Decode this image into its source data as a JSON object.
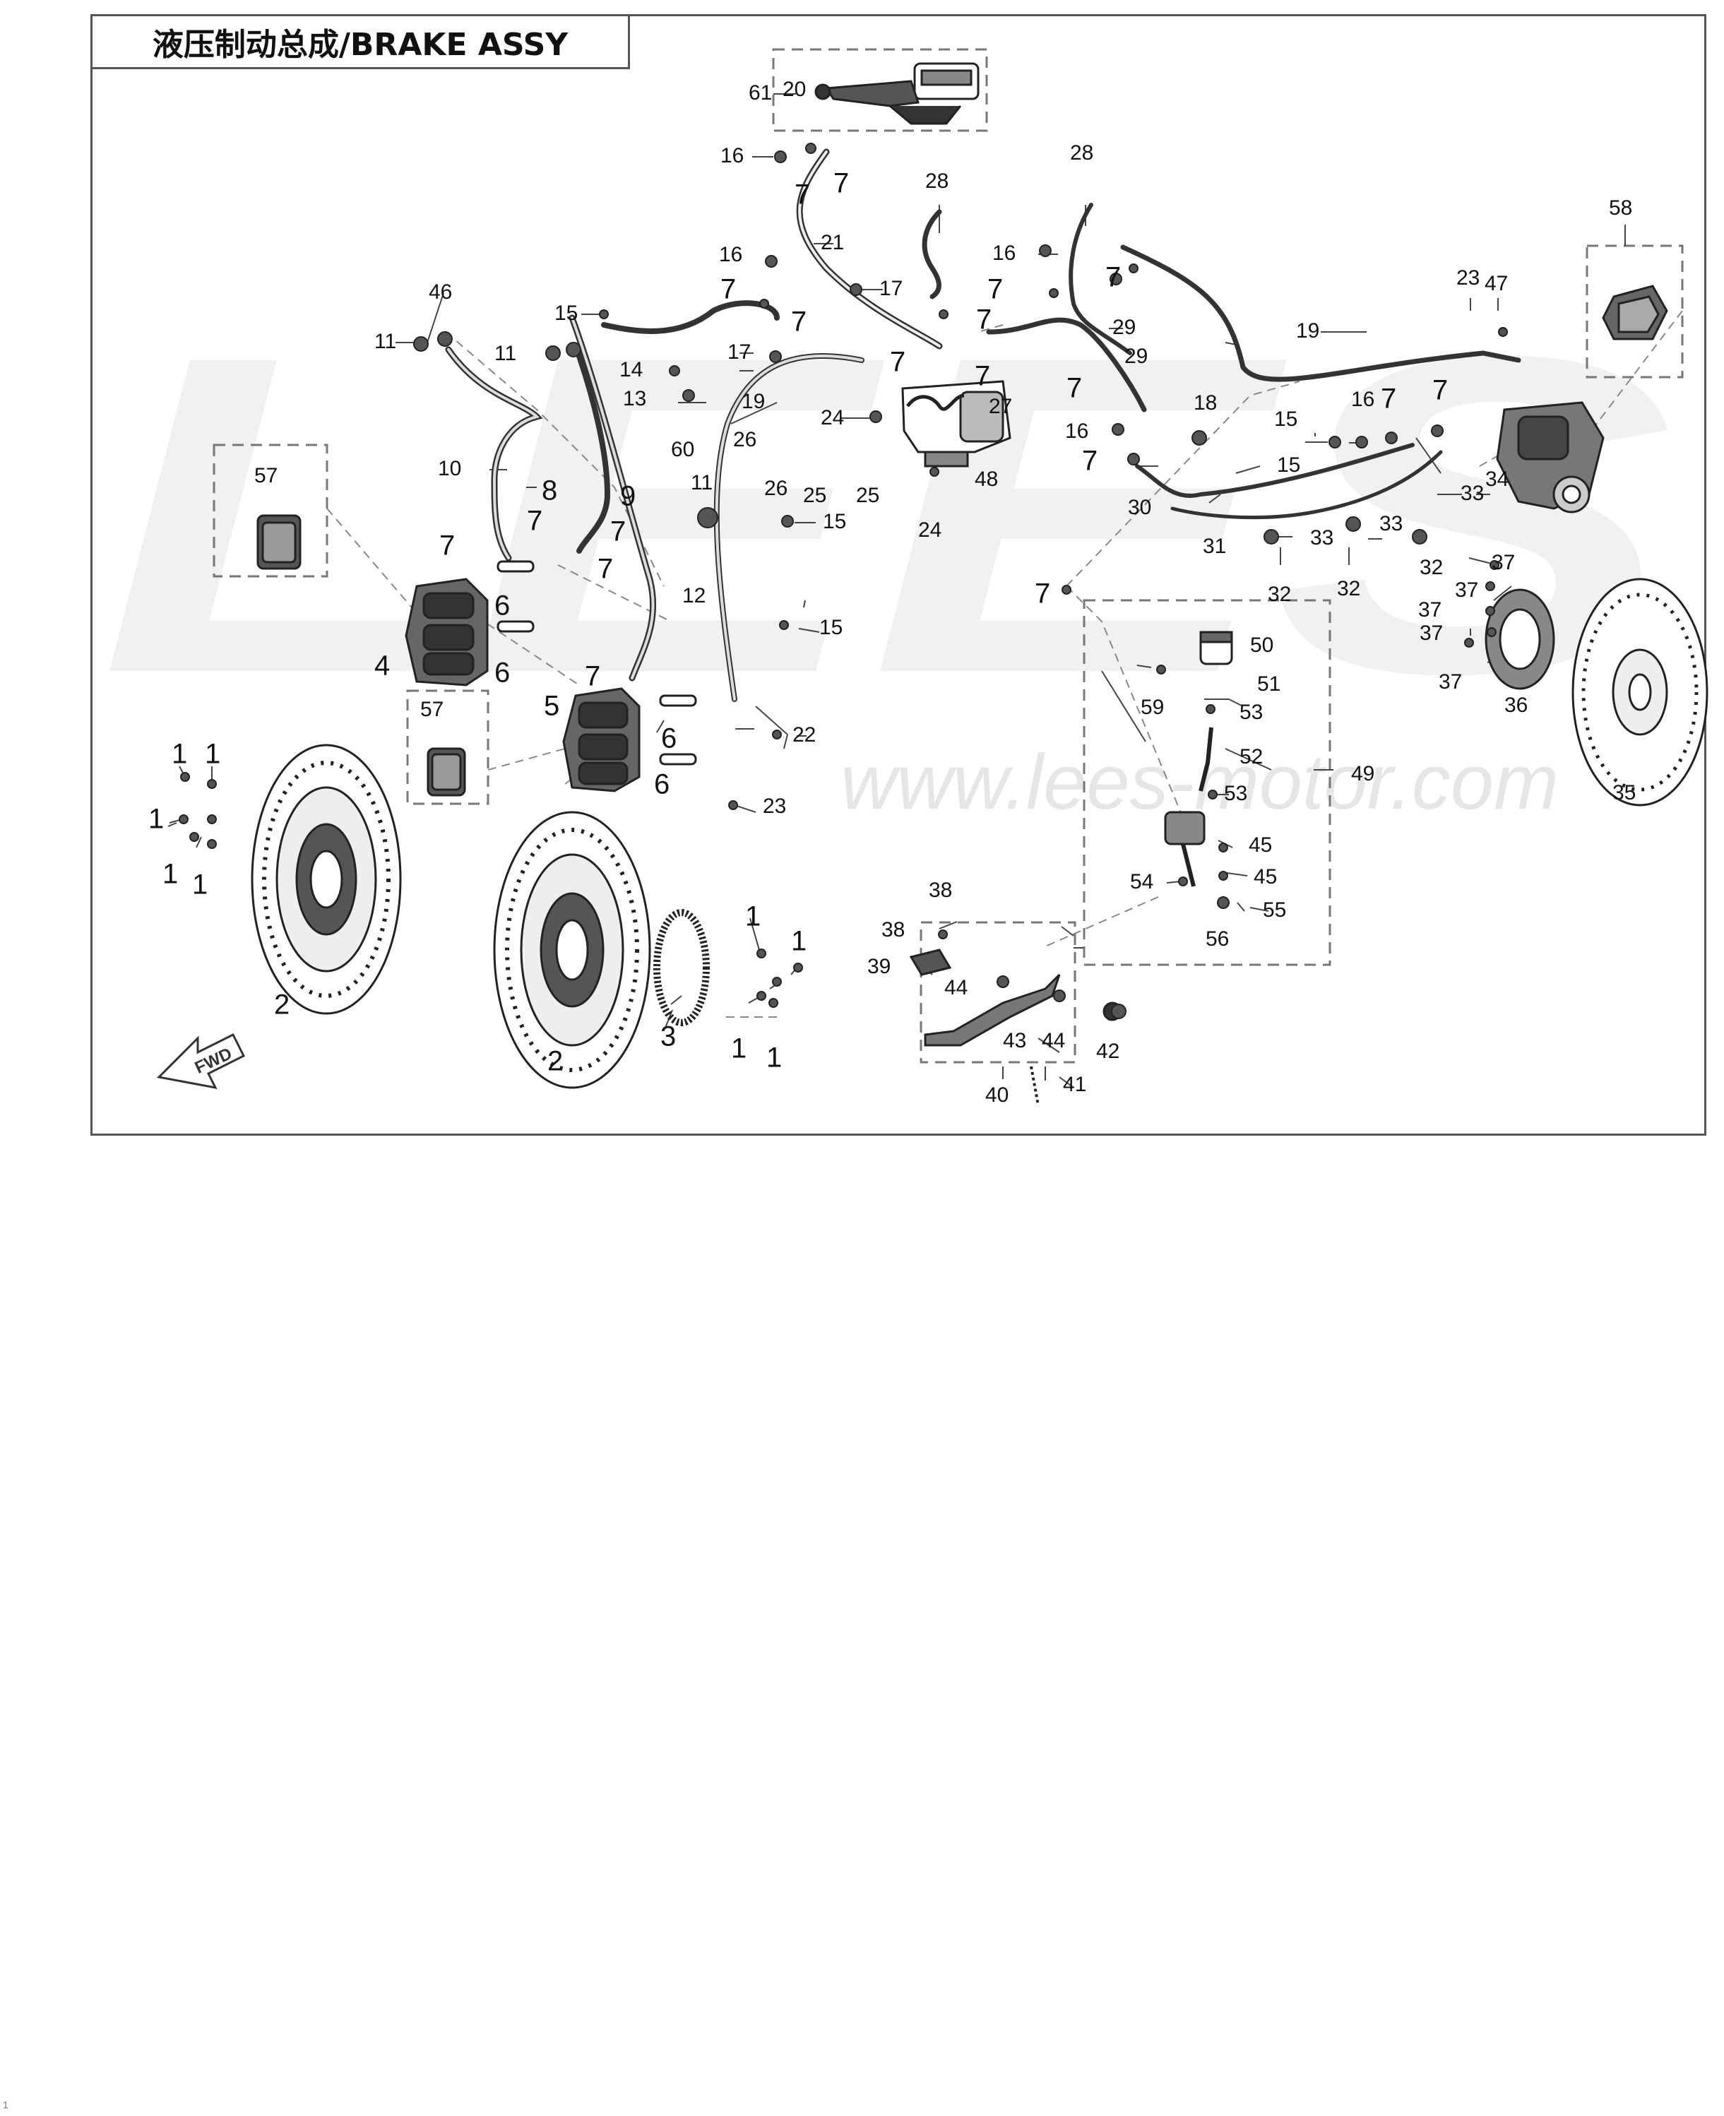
{
  "title": "液压制动总成/BRAKE ASSY",
  "watermark": {
    "logo": "LEES",
    "url": "www.lees-motor.com"
  },
  "fwd_label": "FWD",
  "page_number": "1",
  "callouts": [
    {
      "t": "61"
    },
    {
      "t": "20"
    },
    {
      "t": "16"
    },
    {
      "t": "7"
    },
    {
      "t": "7"
    },
    {
      "t": "21"
    },
    {
      "t": "28"
    },
    {
      "t": "28"
    },
    {
      "t": "16"
    },
    {
      "t": "7"
    },
    {
      "t": "17"
    },
    {
      "t": "16"
    },
    {
      "t": "7"
    },
    {
      "t": "7"
    },
    {
      "t": "58"
    },
    {
      "t": "46"
    },
    {
      "t": "11"
    },
    {
      "t": "15"
    },
    {
      "t": "7"
    },
    {
      "t": "7"
    },
    {
      "t": "29"
    },
    {
      "t": "19"
    },
    {
      "t": "23"
    },
    {
      "t": "47"
    },
    {
      "t": "11"
    },
    {
      "t": "17"
    },
    {
      "t": "7"
    },
    {
      "t": "29"
    },
    {
      "t": "14"
    },
    {
      "t": "7"
    },
    {
      "t": "13"
    },
    {
      "t": "19"
    },
    {
      "t": "7"
    },
    {
      "t": "24"
    },
    {
      "t": "27"
    },
    {
      "t": "18"
    },
    {
      "t": "16"
    },
    {
      "t": "7"
    },
    {
      "t": "7"
    },
    {
      "t": "57"
    },
    {
      "t": "10"
    },
    {
      "t": "60"
    },
    {
      "t": "26"
    },
    {
      "t": "15"
    },
    {
      "t": "16"
    },
    {
      "t": "7"
    },
    {
      "t": "15"
    },
    {
      "t": "11"
    },
    {
      "t": "26"
    },
    {
      "t": "25"
    },
    {
      "t": "25"
    },
    {
      "t": "48"
    },
    {
      "t": "34"
    },
    {
      "t": "8"
    },
    {
      "t": "9"
    },
    {
      "t": "7"
    },
    {
      "t": "15"
    },
    {
      "t": "30"
    },
    {
      "t": "33"
    },
    {
      "t": "7"
    },
    {
      "t": "7"
    },
    {
      "t": "24"
    },
    {
      "t": "31"
    },
    {
      "t": "33"
    },
    {
      "t": "33"
    },
    {
      "t": "7"
    },
    {
      "t": "32"
    },
    {
      "t": "37"
    },
    {
      "t": "12"
    },
    {
      "t": "32"
    },
    {
      "t": "32"
    },
    {
      "t": "7"
    },
    {
      "t": "37"
    },
    {
      "t": "6"
    },
    {
      "t": "15"
    },
    {
      "t": "37"
    },
    {
      "t": "50"
    },
    {
      "t": "37"
    },
    {
      "t": "4"
    },
    {
      "t": "6"
    },
    {
      "t": "7"
    },
    {
      "t": "51"
    },
    {
      "t": "37"
    },
    {
      "t": "59"
    },
    {
      "t": "36"
    },
    {
      "t": "57"
    },
    {
      "t": "5"
    },
    {
      "t": "53"
    },
    {
      "t": "6"
    },
    {
      "t": "22"
    },
    {
      "t": "52"
    },
    {
      "t": "49"
    },
    {
      "t": "1"
    },
    {
      "t": "1"
    },
    {
      "t": "6"
    },
    {
      "t": "23"
    },
    {
      "t": "53"
    },
    {
      "t": "35"
    },
    {
      "t": "1"
    },
    {
      "t": "45"
    },
    {
      "t": "1"
    },
    {
      "t": "1"
    },
    {
      "t": "54"
    },
    {
      "t": "45"
    },
    {
      "t": "38"
    },
    {
      "t": "38"
    },
    {
      "t": "1"
    },
    {
      "t": "55"
    },
    {
      "t": "1"
    },
    {
      "t": "39"
    },
    {
      "t": "56"
    },
    {
      "t": "44"
    },
    {
      "t": "2"
    },
    {
      "t": "43"
    },
    {
      "t": "44"
    },
    {
      "t": "3"
    },
    {
      "t": "1"
    },
    {
      "t": "1"
    },
    {
      "t": "42"
    },
    {
      "t": "2"
    },
    {
      "t": "40"
    },
    {
      "t": "41"
    }
  ]
}
